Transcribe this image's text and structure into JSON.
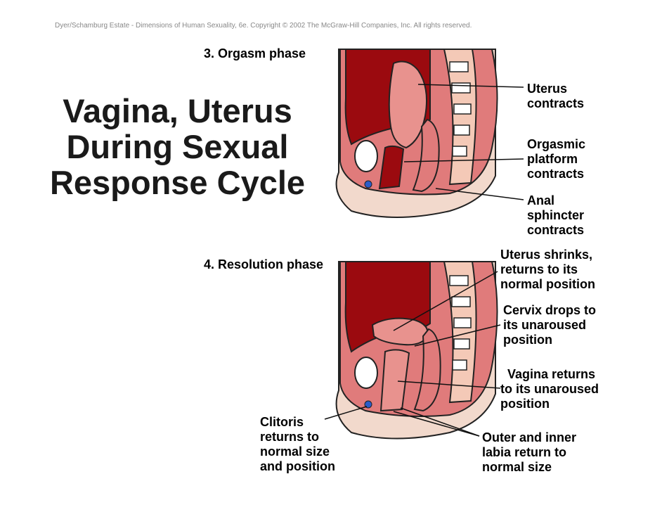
{
  "copyright": "Dyer/Schamburg Estate - Dimensions of Human Sexuality, 6e. Copyright © 2002 The McGraw-Hill Companies, Inc. All rights reserved.",
  "title": [
    "Vagina, Uterus",
    "During Sexual",
    "Response Cycle"
  ],
  "orgasm": {
    "title": "3.  Orgasm phase",
    "labels": {
      "uterus": [
        "Uterus",
        "contracts"
      ],
      "platform": [
        "Orgasmic",
        "platform",
        "contracts"
      ],
      "anal": [
        "Anal",
        "sphincter",
        "contracts"
      ]
    }
  },
  "resolution": {
    "title": "4.  Resolution phase",
    "labels": {
      "uterus": [
        "Uterus shrinks,",
        "returns to its",
        "normal position"
      ],
      "cervix": [
        "Cervix drops to",
        "its unaroused",
        "position"
      ],
      "vagina": [
        "Vagina returns",
        "to its unaroused",
        "position"
      ],
      "clitoris": [
        "Clitoris",
        "returns to",
        "normal size",
        "and position"
      ],
      "labia": [
        "Outer and inner",
        "labia return to",
        "normal size"
      ]
    }
  },
  "colors": {
    "dark_red": "#9b0a0f",
    "flesh": "#e07b7b",
    "light_flesh": "#f4c9b7",
    "skin": "#f2d9cc",
    "blue": "#2a5cc9"
  }
}
